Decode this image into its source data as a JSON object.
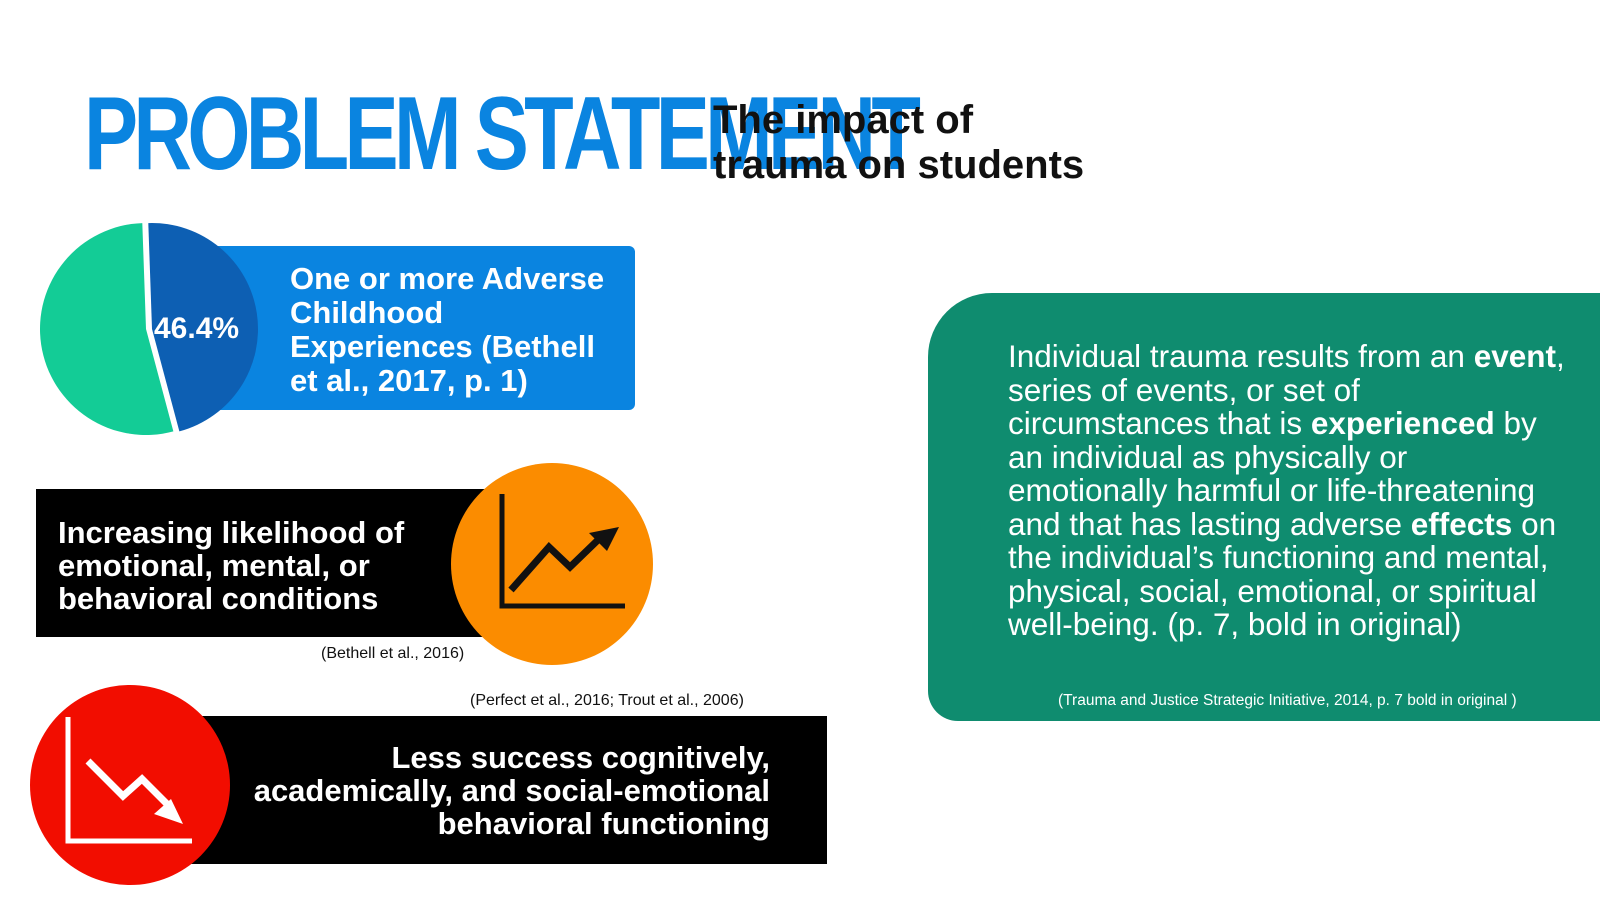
{
  "header": {
    "title": "PROBLEM STATEMENT",
    "subtitle_line1": "The impact of",
    "subtitle_line2": "trauma on students"
  },
  "stats": {
    "ace": {
      "percent_label": "46.4%",
      "percent_value": 46.4,
      "text": "One or more Adverse Childhood Experiences (Bethell et al., 2017, p. 1)"
    },
    "conditions": {
      "text": "Increasing likelihood of emotional, mental, or behavioral conditions",
      "citation": "(Bethell et al., 2016)",
      "icon": "trend-up-icon"
    },
    "success": {
      "citation": "(Perfect et al., 2016; Trout et al., 2006)",
      "text": "Less success cognitively, academically, and social-emotional behavioral functioning",
      "icon": "trend-down-icon"
    }
  },
  "definition": {
    "p1": "Individual trauma results from an ",
    "b1": "event",
    "p2": ", series of events, or set of circumstances that is ",
    "b2": "experienced",
    "p3": " by an individual as physically or emotionally harmful or life-threatening and that has lasting adverse ",
    "b3": "effects",
    "p4": " on the individual’s functioning and mental, physical, social, emotional, or spiritual well-being. (p. 7, bold in original)",
    "citation": "(Trauma and Justice Strategic Initiative, 2014, p. 7 bold in original )"
  },
  "colors": {
    "title_blue": "#0a84e0",
    "pie_dark_blue": "#0d5fb3",
    "pie_green": "#13cc96",
    "orange": "#fb8c00",
    "red": "#f20d00",
    "definition_green": "#0f8c6f"
  }
}
